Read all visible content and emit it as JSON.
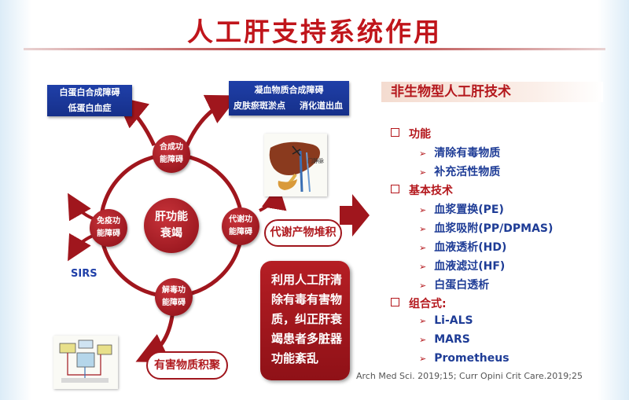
{
  "title": "人工肝支持系统作用",
  "left_diagram": {
    "center": [
      "肝功能",
      "衰竭"
    ],
    "nodes": {
      "top": [
        "合成功",
        "能障碍"
      ],
      "right": [
        "代谢功",
        "能障碍"
      ],
      "bottom": [
        "解毒功",
        "能障碍"
      ],
      "left": [
        "免疫功",
        "能障碍"
      ]
    },
    "box_synthesis": [
      "白蛋白合成障碍",
      "低蛋白血症"
    ],
    "box_coagulation": [
      "凝血物质合成障碍",
      "皮肤瘀斑淤点",
      "消化道出血"
    ],
    "sirs": "SIRS",
    "tag_metabolite": "代谢产物堆积",
    "tag_toxin": "有害物质积聚",
    "card_lines": [
      "利用人工肝清",
      "除有毒有害物",
      "质，纠正肝衰",
      "竭患者多脏器",
      "功能紊乱"
    ],
    "liver_label": "门静脉"
  },
  "right_panel": {
    "heading": "非生物型人工肝技术",
    "sections": [
      {
        "label": "功能",
        "items": [
          "清除有毒物质",
          "补充活性物质"
        ]
      },
      {
        "label": "基本技术",
        "items": [
          "血浆置换(PE)",
          "血浆吸附(PP/DPMAS)",
          "血液透析(HD)",
          "血液滤过(HF)",
          "白蛋白透析"
        ]
      },
      {
        "label": "组合式:",
        "items": [
          "Li-ALS",
          "MARS",
          "Prometheus"
        ]
      }
    ]
  },
  "citation": "Arch Med Sci. 2019;15; Curr Opini Crit Care.2019;25",
  "colors": {
    "accent_red": "#b4171c",
    "box_blue": "#1f3fa8",
    "item_blue": "#1e3c96"
  }
}
